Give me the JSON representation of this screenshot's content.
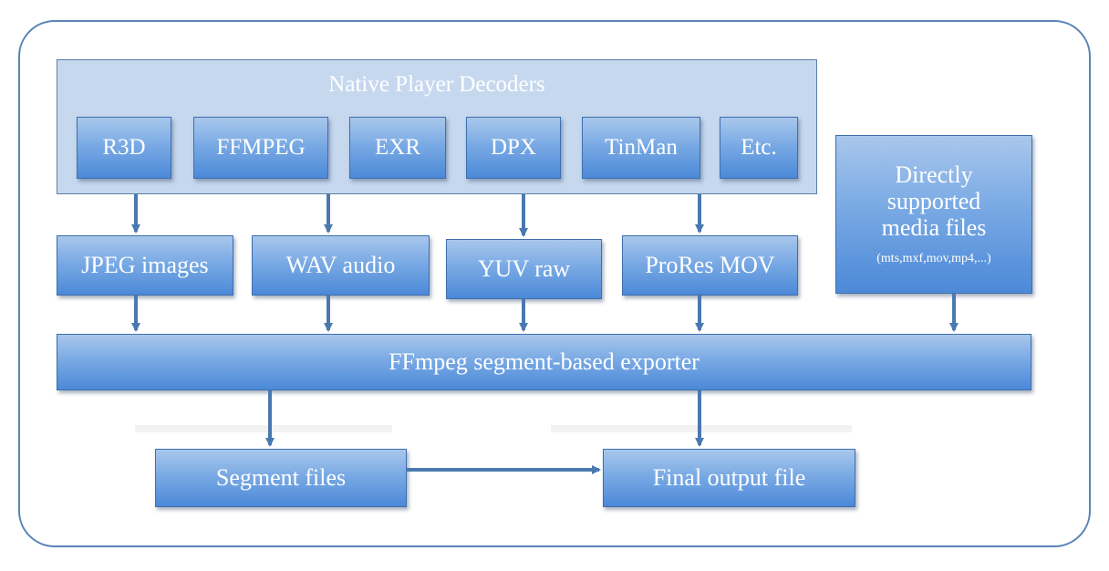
{
  "diagram": {
    "native_panel": {
      "title": "Native Player Decoders",
      "decoders": [
        "R3D",
        "FFMPEG",
        "EXR",
        "DPX",
        "TinMan",
        "Etc."
      ]
    },
    "direct_media": {
      "lines": [
        "Directly",
        "supported",
        "media files"
      ],
      "note": "(mts,mxf,mov,mp4,...)"
    },
    "intermediates": [
      "JPEG images",
      "WAV audio",
      "YUV raw",
      "ProRes MOV"
    ],
    "exporter": "FFmpeg segment-based exporter",
    "segment_files": "Segment files",
    "final_output": "Final output file",
    "colors": {
      "box_top": "#a9c7ec",
      "box_bottom": "#4c89d8",
      "panel": "#c6d8ee",
      "arrow": "#4a79b0",
      "frame": "#5b84b5"
    }
  }
}
